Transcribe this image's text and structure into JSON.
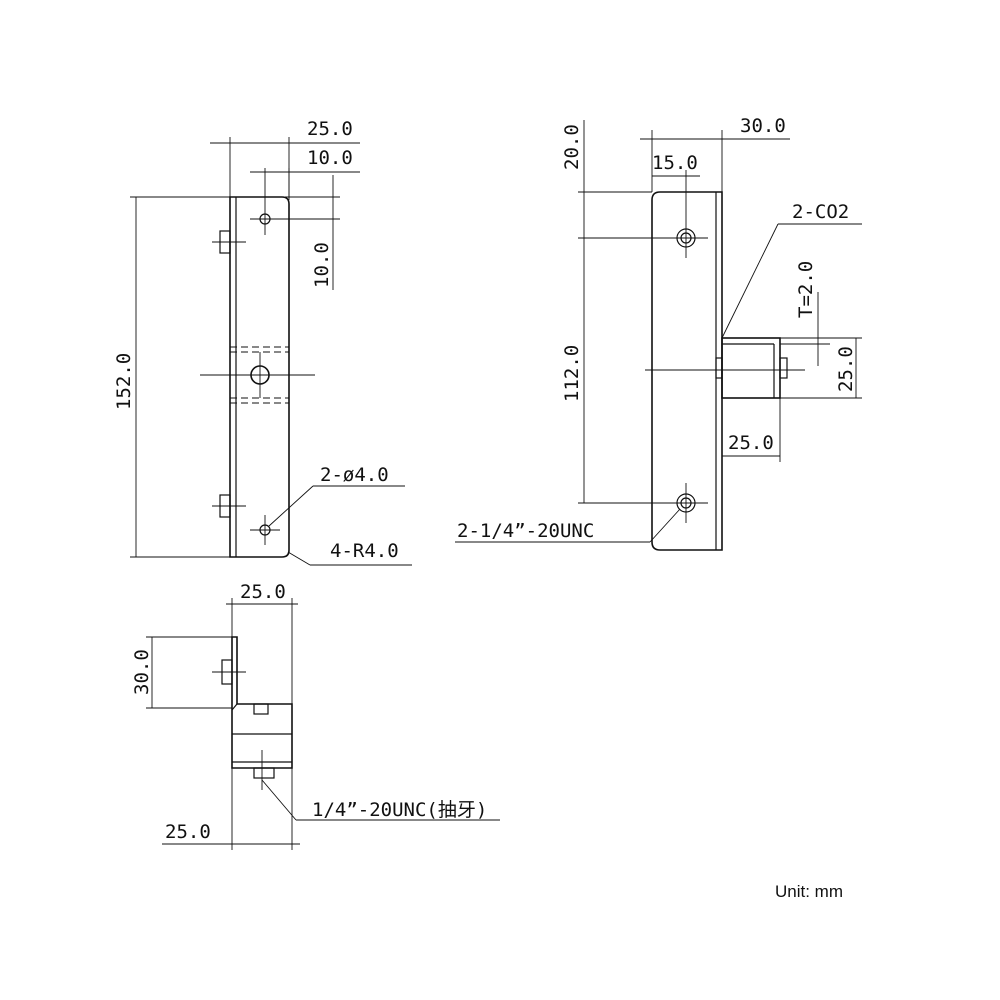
{
  "title": "",
  "unit_label": "Unit: mm",
  "front_view": {
    "dim_width": "25.0",
    "dim_hole_offset": "10.0",
    "dim_hole_top": "10.0",
    "dim_height": "152.0",
    "hole_callout": "2-ø4.0",
    "radius_callout": "4-R4.0"
  },
  "side_view": {
    "dim_overall_width": "30.0",
    "dim_hole_offset": "15.0",
    "dim_top_hole": "20.0",
    "dim_hole_spacing": "112.0",
    "chamfer_callout": "2-CO2",
    "thickness_callout": "T=2.0",
    "dim_tab_height": "25.0",
    "dim_tab_width": "25.0",
    "thread_callout": "2-1/4”-20UNC"
  },
  "top_view": {
    "dim_width": "25.0",
    "dim_depth": "30.0",
    "dim_bottom": "25.0",
    "thread_callout": "1/4”-20UNC(抽牙)"
  }
}
